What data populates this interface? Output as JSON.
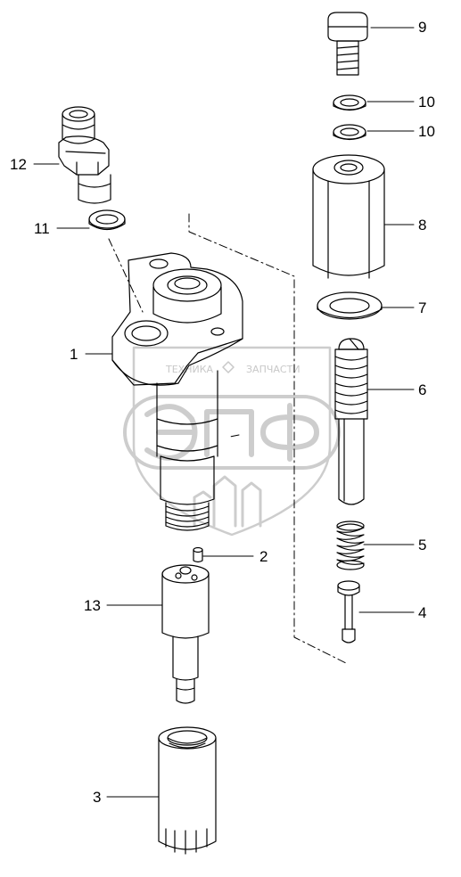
{
  "watermark": {
    "brand_top": "ТЕХНИКА",
    "brand_top_right": "ЗАПЧАСТИ",
    "brand_main": "ЭПФ",
    "color": "#c8c8c8"
  },
  "line_color": "#000000",
  "callouts": {
    "c1": "1",
    "c2": "2",
    "c3": "3",
    "c4": "4",
    "c5": "5",
    "c6": "6",
    "c7": "7",
    "c8": "8",
    "c9": "9",
    "c10a": "10",
    "c10b": "10",
    "c11": "11",
    "c12": "12",
    "c13": "13"
  }
}
